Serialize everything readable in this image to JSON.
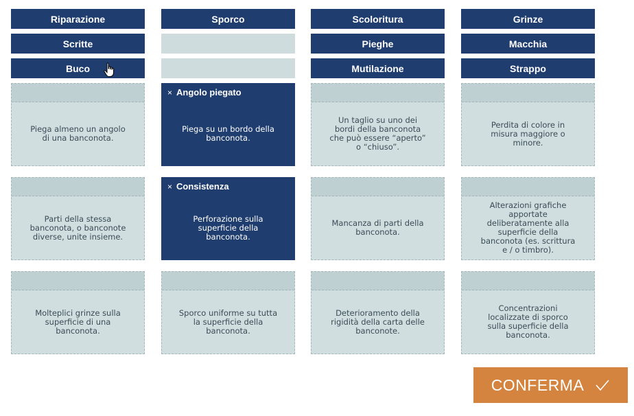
{
  "labels": [
    "Riparazione",
    "Sporco",
    "Scoloritura",
    "Grinze",
    "Scritte",
    "",
    "Pieghe",
    "Macchia",
    "Buco",
    "",
    "Mutilazione",
    "Strappo"
  ],
  "cards": [
    {
      "title": "",
      "text": "Piega almeno un angolo di una banconota.",
      "filled": false
    },
    {
      "title": "Angolo piegato",
      "text": "Piega su un bordo della banconota.",
      "filled": true
    },
    {
      "title": "",
      "text": "Un taglio su uno dei bordi della banconota che può essere “aperto” o “chiuso”.",
      "filled": false
    },
    {
      "title": "",
      "text": "Perdita di colore in misura maggiore o minore.",
      "filled": false
    },
    {
      "title": "",
      "text": "Parti della stessa banconota, o banconote diverse, unite insieme.",
      "filled": false
    },
    {
      "title": "Consistenza",
      "text": "Perforazione sulla superficie della banconota.",
      "filled": true
    },
    {
      "title": "",
      "text": "Mancanza di parti della banconota.",
      "filled": false
    },
    {
      "title": "",
      "text": "Alterazioni grafiche apportate deliberatamente alla superficie della banconota (es. scrittura e / o timbro).",
      "filled": false
    },
    {
      "title": "",
      "text": "Molteplici grinze sulla superficie di una banconota.",
      "filled": false
    },
    {
      "title": "",
      "text": "Sporco uniforme su tutta la superficie della banconota.",
      "filled": false
    },
    {
      "title": "",
      "text": "Deterioramento della rigidità della carta delle banconote.",
      "filled": false
    },
    {
      "title": "",
      "text": "Concentrazioni localizzate di sporco sulla superficie della banconota.",
      "filled": false
    }
  ],
  "remove_symbol": "×",
  "confirm": {
    "label": "CONFERMA",
    "icon": "check-icon"
  },
  "colors": {
    "primary": "#1f3d6e",
    "empty": "#cfdcdd",
    "accent": "#d4843e"
  }
}
